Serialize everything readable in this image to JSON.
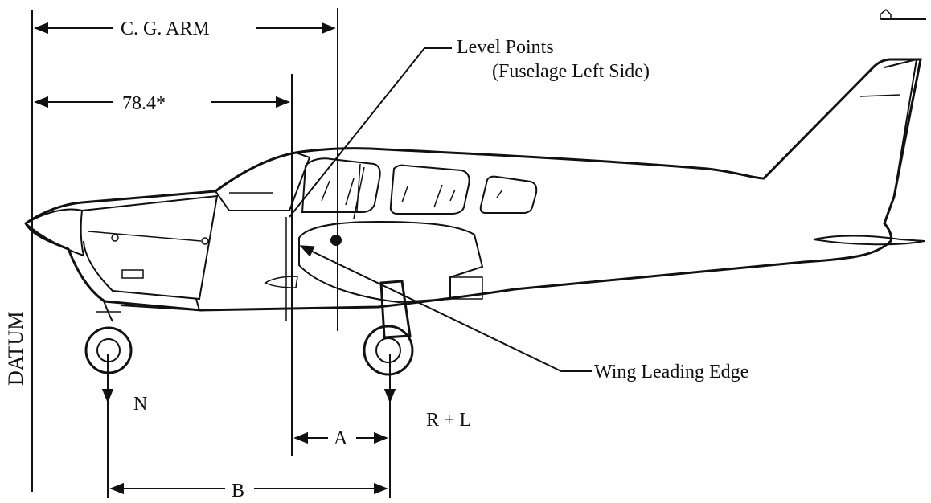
{
  "labels": {
    "cg_arm": "C. G. ARM",
    "level_points_1": "Level Points",
    "level_points_2": "(Fuselage Left Side)",
    "dim_78": "78.4*",
    "datum": "DATUM",
    "n": "N",
    "r_l": "R + L",
    "a": "A",
    "b": "B",
    "wing_le": "Wing Leading Edge"
  },
  "colors": {
    "ink": "#111111",
    "paper": "#ffffff"
  }
}
